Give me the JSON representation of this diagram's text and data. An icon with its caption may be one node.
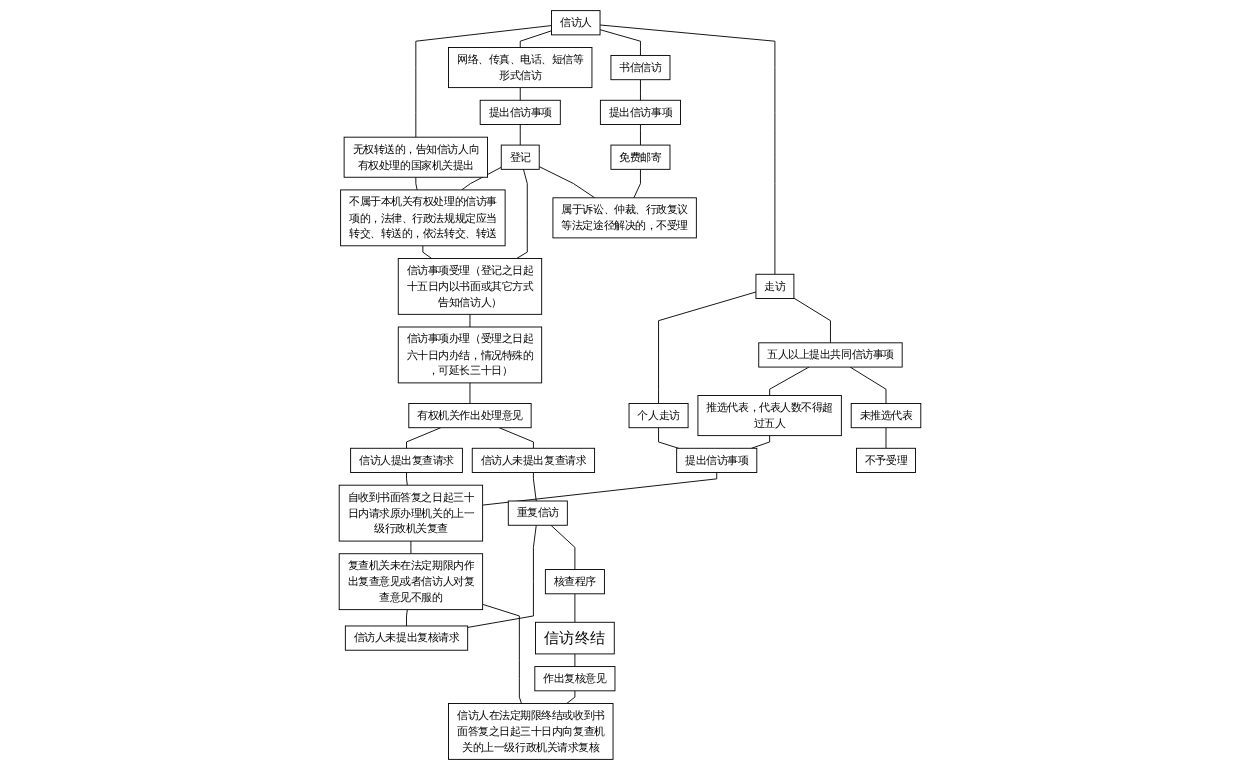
{
  "diagram": {
    "nodes": [
      {
        "text": [
          "无权转送的，告知信访人向有权处理的国家机关提出"
        ]
      },
      {
        "text": [
          "不属于本机关有权处理的信访事项的，法律、行政法规规定应当转交、转送的，依法转交、转送"
        ]
      },
      {
        "text": [
          "网络、传真、电话、短信等形式信访"
        ]
      },
      {
        "text": [
          "提出信访事项"
        ]
      },
      {
        "text": [
          "登记"
        ]
      },
      {
        "text": [
          "信访事项受理（登记之日起十五日内以书面或其它方式告知信访人）"
        ]
      },
      {
        "text": [
          "信访事项办理（受理之日起六十日内办结，情况特殊的，可延长三十日）"
        ]
      },
      {
        "text": [
          "属于诉讼、仲裁、行政复议等法定途径解决的，不受理"
        ]
      },
      {
        "text": [
          "信访人"
        ]
      },
      {
        "text": [
          "有权机关作出处理意见"
        ]
      },
      {
        "text": [
          "书信信访"
        ]
      },
      {
        "text": [
          "提出信访事项"
        ]
      },
      {
        "text": [
          "免费邮寄"
        ]
      },
      {
        "text": [
          "信访人提出复查请求"
        ]
      },
      {
        "text": [
          "信访人未提出复查请求"
        ]
      },
      {
        "text": [
          "个人走访"
        ]
      },
      {
        "text": [
          "提出信访事项"
        ]
      },
      {
        "text": [
          "自收到书面答复之日起三十日内请求原办理机关的上一级行政机关复查"
        ]
      },
      {
        "text": [
          "重复信访"
        ]
      },
      {
        "text": [
          "走访"
        ]
      },
      {
        "text": [
          "五人以上提出共同信访事项"
        ]
      },
      {
        "text": [
          "推选代表，代表人数不得超过五人"
        ]
      },
      {
        "text": [
          "核查程序"
        ]
      },
      {
        "text": [
          "信访终结"
        ]
      },
      {
        "text": [
          "信访人未提出复核请求"
        ]
      },
      {
        "text": [
          "复查机关未在法定期限内作出复查意见或者信访人对复查意见不服的"
        ]
      },
      {
        "text": [
          "作出复核意见"
        ]
      },
      {
        "text": [
          "未推选代表"
        ]
      },
      {
        "text": [
          "不予受理"
        ]
      },
      {
        "text": [
          "信访人在法定期限终结或收到书面答复之日起三十日内向复查机关的上一级行政机关请求复核"
        ]
      }
    ],
    "edges": [
      {
        "from": 8,
        "to": 0,
        "arrow": "none"
      },
      {
        "from": 8,
        "to": 2,
        "arrow": "none"
      },
      {
        "from": 8,
        "to": 10,
        "arrow": "none"
      },
      {
        "from": 8,
        "to": 19,
        "arrow": "none"
      },
      {
        "from": 2,
        "to": 3,
        "arrow": "none"
      },
      {
        "from": 3,
        "to": 4,
        "arrow": "none"
      },
      {
        "from": 0,
        "to": 1,
        "arrow": "none"
      },
      {
        "from": 4,
        "to": 1,
        "arrow": "none"
      },
      {
        "from": 1,
        "to": 5,
        "arrow": "none"
      },
      {
        "from": 4,
        "to": 5,
        "arrow": "none"
      },
      {
        "from": 4,
        "to": 7,
        "arrow": "none"
      },
      {
        "from": 5,
        "to": 6,
        "arrow": "none"
      },
      {
        "from": 6,
        "to": 9,
        "arrow": "none"
      },
      {
        "from": 10,
        "to": 11,
        "arrow": "none"
      },
      {
        "from": 11,
        "to": 12,
        "arrow": "none"
      },
      {
        "from": 12,
        "to": 7,
        "arrow": "none"
      },
      {
        "from": 9,
        "to": 13,
        "arrow": "none"
      },
      {
        "from": 9,
        "to": 14,
        "arrow": "none"
      },
      {
        "from": 13,
        "to": 17,
        "arrow": "none"
      },
      {
        "from": 14,
        "to": 18,
        "arrow": "none"
      },
      {
        "from": 19,
        "to": 15,
        "arrow": "none"
      },
      {
        "from": 19,
        "to": 20,
        "arrow": "none"
      },
      {
        "from": 15,
        "to": 16,
        "arrow": "none"
      },
      {
        "from": 20,
        "to": 21,
        "arrow": "none"
      },
      {
        "from": 21,
        "to": 16,
        "arrow": "none"
      },
      {
        "from": 20,
        "to": 27,
        "arrow": "none"
      },
      {
        "from": 27,
        "to": 28,
        "arrow": "none"
      },
      {
        "from": 16,
        "to": 17,
        "arrow": "none"
      },
      {
        "from": 17,
        "to": 25,
        "arrow": "none"
      },
      {
        "from": 25,
        "to": 24,
        "arrow": "none"
      },
      {
        "from": 25,
        "to": 29,
        "arrow": "none"
      },
      {
        "from": 18,
        "to": 24,
        "arrow": "none"
      },
      {
        "from": 18,
        "to": 22,
        "arrow": "none"
      },
      {
        "from": 22,
        "to": 23,
        "arrow": "none"
      },
      {
        "from": 23,
        "to": 26,
        "arrow": "none"
      },
      {
        "from": 26,
        "to": 29,
        "arrow": "none"
      }
    ]
  }
}
